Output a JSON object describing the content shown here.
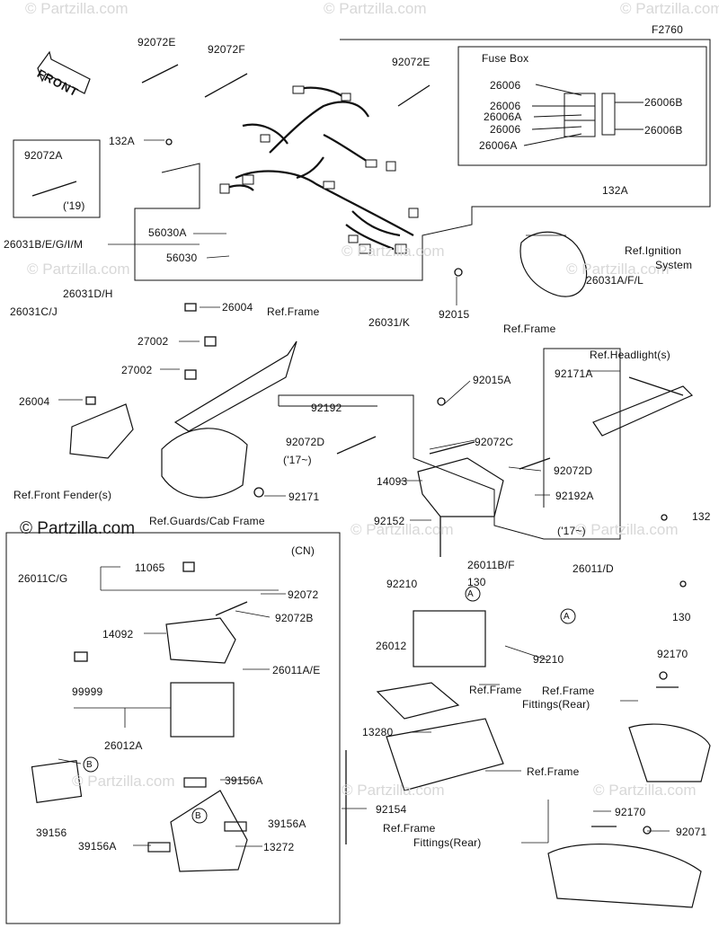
{
  "diagram_code": "F2760",
  "brand": "© Partzilla.com",
  "watermark": "© Partzilla.com",
  "direction_label": "FRONT",
  "fuse_box_title": "Fuse Box",
  "cn_label": "(CN)",
  "callouts": {
    "a": "A",
    "b": "B"
  },
  "parts": {
    "p92072E_1": "92072E",
    "p92072F": "92072F",
    "p92072E_2": "92072E",
    "p92072A": "92072A",
    "p19": "('19)",
    "p132A_1": "132A",
    "p26006_1": "26006",
    "p26006_2": "26006",
    "p26006A_1": "26006A",
    "p26006_3": "26006",
    "p26006A_2": "26006A",
    "p26006B_1": "26006B",
    "p26006B_2": "26006B",
    "p56030A": "56030A",
    "p56030": "56030",
    "p26031BEGIM": "26031B/E/G/I/M",
    "p132A_2": "132A",
    "pRefIgnition1": "Ref.Ignition",
    "pRefIgnition2": "System",
    "p26031AFL": "26031A/F/L",
    "p26004_1": "26004",
    "pRefFrame1": "Ref.Frame",
    "p92015": "92015",
    "pRefFrame2": "Ref.Frame",
    "p26031DH": "26031D/H",
    "p26031CJ": "26031C/J",
    "p27002_1": "27002",
    "p27002_2": "27002",
    "p26031K": "26031/K",
    "p26004_2": "26004",
    "pRefHeadlight": "Ref.Headlight(s)",
    "p92171A": "92171A",
    "p92192": "92192",
    "p92015A": "92015A",
    "p92072D_1": "92072D",
    "p17_1": "('17~)",
    "p92072C": "92072C",
    "p92072D_2": "92072D",
    "p14093": "14093",
    "p92192A": "92192A",
    "pRefFrontFender": "Ref.Front Fender(s)",
    "p92171": "92171",
    "pRefGuards": "Ref.Guards/Cab Frame",
    "p92152": "92152",
    "p17_2": "('17~)",
    "p132": "132",
    "p11065": "11065",
    "p26011CG": "26011C/G",
    "p92072": "92072",
    "p92072B": "92072B",
    "p14092": "14092",
    "p26011AE": "26011A/E",
    "p99999": "99999",
    "p26012A": "26012A",
    "p39156A_1": "39156A",
    "p39156A_2": "39156A",
    "p39156": "39156",
    "p39156A_3": "39156A",
    "p13272": "13272",
    "p26011BF": "26011B/F",
    "p26011D": "26011/D",
    "p92210_1": "92210",
    "p130_1": "130",
    "p130_2": "130",
    "p26012": "26012",
    "p92210_2": "92210",
    "pRefFrame3": "Ref.Frame",
    "pFittings1a": "Ref.Frame",
    "pFittings1b": "Fittings(Rear)",
    "p92170_1": "92170",
    "p13280": "13280",
    "pRefFrame4": "Ref.Frame",
    "p92154": "92154",
    "pFittings2a": "Ref.Frame",
    "pFittings2b": "Fittings(Rear)",
    "p92170_2": "92170",
    "p92071": "92071"
  }
}
